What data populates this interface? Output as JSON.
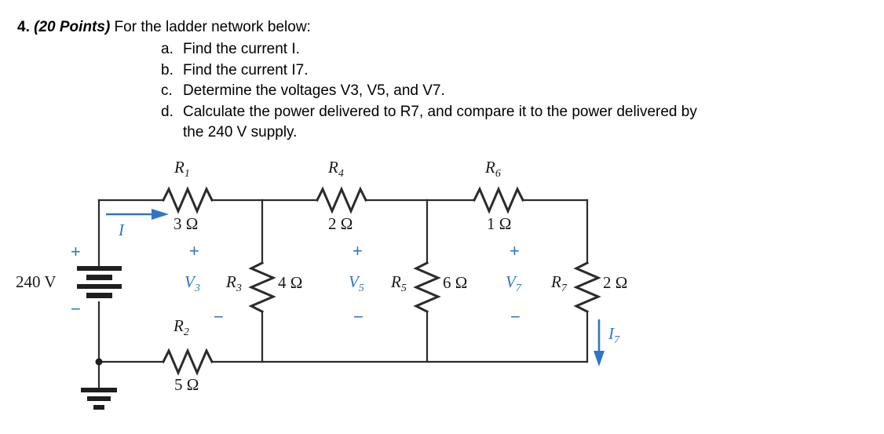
{
  "question": {
    "number": "4.",
    "points": "(20 Points)",
    "stem": "For the ladder network below:",
    "items": [
      {
        "letter": "a.",
        "text": "Find the current I."
      },
      {
        "letter": "b.",
        "text": "Find the current I7."
      },
      {
        "letter": "c.",
        "text": "Determine the voltages V3, V5, and V7."
      },
      {
        "letter": "d.",
        "text": "Calculate the power delivered to R7, and compare it to the power delivered by",
        "text2": "the 240 V supply."
      }
    ]
  },
  "circuit": {
    "source": {
      "label": "240 V",
      "plus": "+",
      "minus": "−"
    },
    "current_in": {
      "label": "I"
    },
    "current_out": {
      "label": "I",
      "sub": "7"
    },
    "resistors": [
      {
        "name": "R",
        "sub": "1",
        "value": "3 Ω",
        "orientation": "horizontal"
      },
      {
        "name": "R",
        "sub": "2",
        "value": "5 Ω",
        "orientation": "horizontal"
      },
      {
        "name": "R",
        "sub": "3",
        "value": "4 Ω",
        "orientation": "vertical"
      },
      {
        "name": "R",
        "sub": "4",
        "value": "2 Ω",
        "orientation": "horizontal"
      },
      {
        "name": "R",
        "sub": "5",
        "value": "6 Ω",
        "orientation": "vertical"
      },
      {
        "name": "R",
        "sub": "6",
        "value": "1 Ω",
        "orientation": "horizontal"
      },
      {
        "name": "R",
        "sub": "7",
        "value": "2 Ω",
        "orientation": "vertical"
      }
    ],
    "voltages": [
      {
        "name": "V",
        "sub": "3",
        "plus": "+",
        "minus": "−"
      },
      {
        "name": "V",
        "sub": "5",
        "plus": "+",
        "minus": "−"
      },
      {
        "name": "V",
        "sub": "7",
        "plus": "+",
        "minus": "−"
      }
    ],
    "colors": {
      "wire": "#2b2b2b",
      "accent": "#2f76c4",
      "text": "#1a1a1a"
    }
  }
}
